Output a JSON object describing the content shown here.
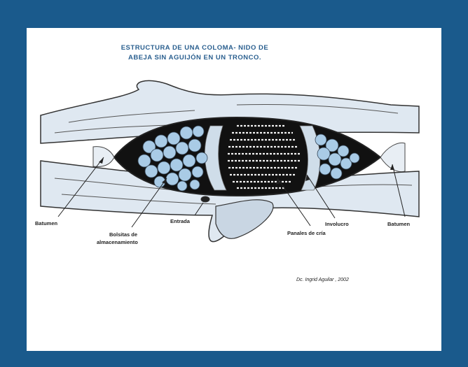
{
  "title": {
    "line1": "ESTRUCTURA DE UNA COLOMA- NIDO DE",
    "line2": "ABEJA SIN AGUIJÓN EN UN TRONCO."
  },
  "labels": {
    "batumen_left": "Batumen",
    "bolsitas_line1": "Bolsitas de",
    "bolsitas_line2": "almacenamiento",
    "entrada": "Entrada",
    "involucro": "Involucro",
    "panales": "Panales de cría",
    "batumen_right": "Batumen"
  },
  "credit": "Dc. Ingrid Aguilar , 2002",
  "colors": {
    "border": "#1a5a8c",
    "title": "#2a5f8f",
    "pots": "#a9cbe6",
    "cavity": "#111111",
    "wood_shade": "#c9d6e3"
  }
}
